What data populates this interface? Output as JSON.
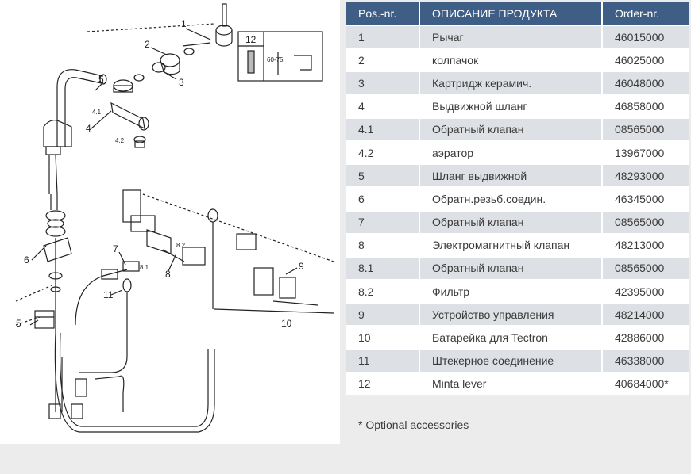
{
  "table": {
    "headers": {
      "pos": "Pos.-nr.",
      "desc": "ОПИСАНИЕ ПРОДУКТА",
      "order": "Order-nr."
    },
    "rows": [
      {
        "pos": "1",
        "desc": "Рычаг",
        "order": "46015000"
      },
      {
        "pos": "2",
        "desc": "колпачок",
        "order": "46025000"
      },
      {
        "pos": "3",
        "desc": "Картридж керамич.",
        "order": "46048000"
      },
      {
        "pos": "4",
        "desc": "Выдвижной шланг",
        "order": "46858000"
      },
      {
        "pos": "4.1",
        "desc": "Обратный клапан",
        "order": "08565000"
      },
      {
        "pos": "4.2",
        "desc": "аэратор",
        "order": "13967000"
      },
      {
        "pos": "5",
        "desc": "Шланг выдвижной",
        "order": "48293000"
      },
      {
        "pos": "6",
        "desc": "Обратн.резьб.соедин.",
        "order": "46345000"
      },
      {
        "pos": "7",
        "desc": "Обратный клапан",
        "order": "08565000"
      },
      {
        "pos": "8",
        "desc": "Электромагнитный клапан",
        "order": "48213000"
      },
      {
        "pos": "8.1",
        "desc": "Обратный клапан",
        "order": "08565000"
      },
      {
        "pos": "8.2",
        "desc": "Фильтр",
        "order": "42395000"
      },
      {
        "pos": "9",
        "desc": "Устройство управления",
        "order": "48214000"
      },
      {
        "pos": "10",
        "desc": "Батарейка для Tectron",
        "order": "42886000"
      },
      {
        "pos": "11",
        "desc": "Штекерное соединение",
        "order": "46338000"
      },
      {
        "pos": "12",
        "desc": "Minta lever",
        "order": "40684000*"
      }
    ]
  },
  "footnote": "* Optional accessories",
  "diagram": {
    "labels": [
      "1",
      "2",
      "3",
      "4",
      "4.1",
      "4.2",
      "5",
      "6",
      "7",
      "8",
      "8.1",
      "8.2",
      "9",
      "10",
      "11",
      "5",
      "12",
      "60-75"
    ]
  },
  "colors": {
    "header_bg": "#3f5e86",
    "row_alt_bg": "#dde0e4",
    "row_bg": "#ffffff",
    "text": "#3a3a3a"
  }
}
